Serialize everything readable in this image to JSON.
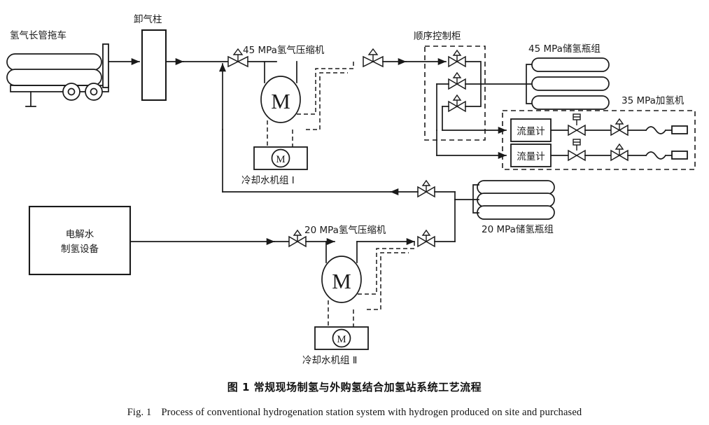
{
  "figure": {
    "caption_cn": "图 1   常规现场制氢与外购氢结合加氢站系统工艺流程",
    "caption_en_label": "Fig. 1",
    "caption_en_text": "Process of conventional hydrogenation station system with hydrogen produced on site and purchased"
  },
  "labels": {
    "tube_trailer": "氢气长管拖车",
    "unloading_column": "卸气柱",
    "compressor_45": "45 MPa氢气压缩机",
    "chiller_1": "冷却水机组 Ⅰ",
    "sequence_cabinet": "顺序控制柜",
    "storage_45": "45 MPa储氢瓶组",
    "dispenser_35": "35 MPa加氢机",
    "flow_meter_1": "流量计",
    "flow_meter_2": "流量计",
    "storage_20": "20 MPa储氢瓶组",
    "electrolyzer_line1": "电解水",
    "electrolyzer_line2": "制氢设备",
    "compressor_20": "20 MPa氢气压缩机",
    "chiller_2": "冷却水机组 Ⅱ",
    "motor_symbol": "M"
  },
  "colors": {
    "line": "#1a1a1a",
    "background": "#ffffff",
    "text": "#111111"
  },
  "components": {
    "valves_count": 12,
    "storage_45_cylinders": 3,
    "storage_20_cylinders": 3,
    "trailer_cylinders": 2,
    "dispenser_nozzles": 2,
    "flow_meters": 2,
    "compressors": 2,
    "chillers": 2
  }
}
